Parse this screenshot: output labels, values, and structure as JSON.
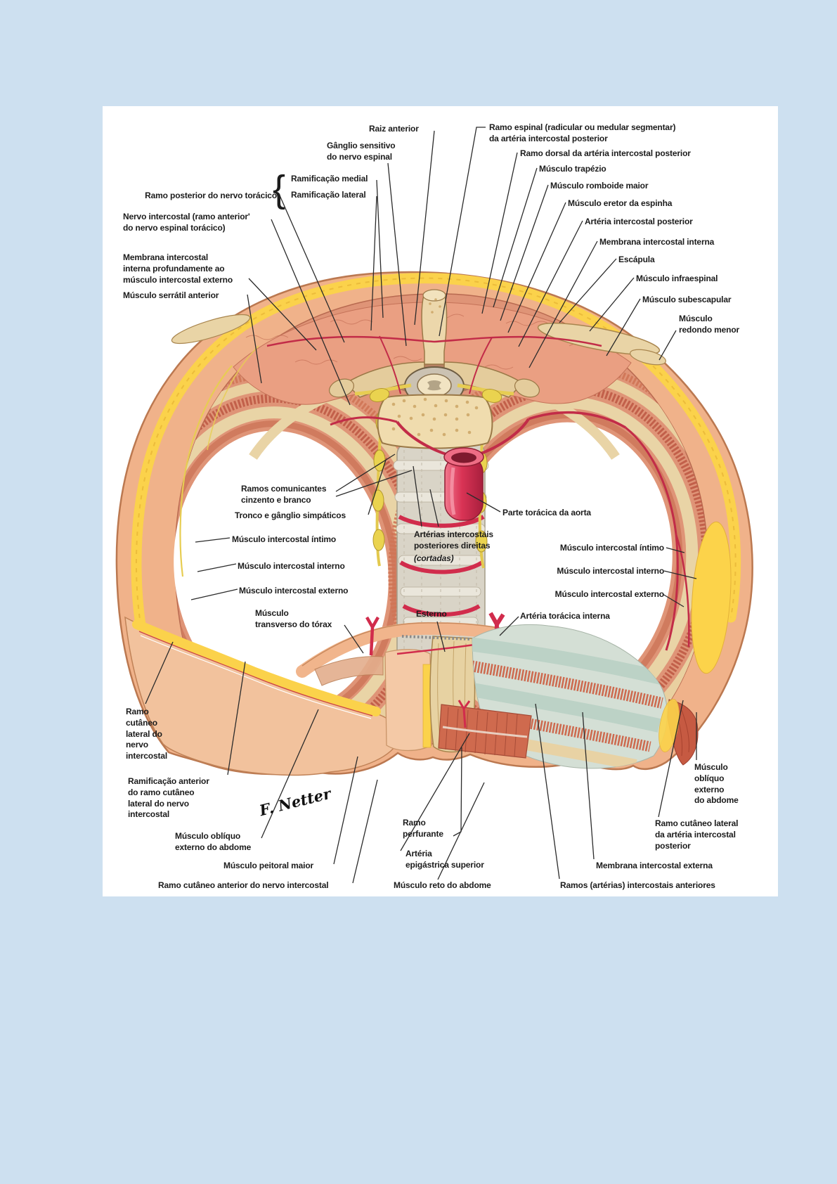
{
  "page": {
    "background": "#cde0f0",
    "canvas": "#ffffff"
  },
  "figure": {
    "signature": "F. Netter",
    "brace": "{",
    "colors": {
      "skin": "#f0b28a",
      "fat": "#fbd24b",
      "muscle": "#df9477",
      "muscle_deep": "#c2604a",
      "rib": "#e9d4a6",
      "cartilage": "#bcd2c6",
      "bone": "#f0dcae",
      "artery": "#d12c4c",
      "nerve": "#e7cd52",
      "disc": "#d9d4c7",
      "label_text": "#1c1c1c"
    }
  },
  "labels": [
    {
      "id": "raiz-anterior",
      "text": "Raiz anterior"
    },
    {
      "id": "ganglio-sensitivo",
      "text": "Gânglio sensitivo\ndo nervo espinal"
    },
    {
      "id": "ramificacao-medial",
      "text": "Ramificação medial"
    },
    {
      "id": "ramificacao-lateral",
      "text": "Ramificação lateral"
    },
    {
      "id": "ramo-posterior",
      "text": "Ramo posterior do nervo torácico"
    },
    {
      "id": "nervo-intercostal",
      "text": "Nervo intercostal (ramo anterior'\ndo nervo espinal torácico)"
    },
    {
      "id": "membrana-profunda",
      "text": "Membrana intercostal\ninterna profundamente ao\nmúsculo intercostal externo"
    },
    {
      "id": "serratil-anterior",
      "text": "Músculo serrátil anterior"
    },
    {
      "id": "ramo-espinal",
      "text": "Ramo espinal (radicular ou medular segmentar)\nda artéria intercostal posterior"
    },
    {
      "id": "ramo-dorsal",
      "text": "Ramo dorsal da artéria intercostal posterior"
    },
    {
      "id": "trapezio",
      "text": "Músculo trapézio"
    },
    {
      "id": "romboide-maior",
      "text": "Músculo romboide maior"
    },
    {
      "id": "eretor-espinha",
      "text": "Músculo eretor da espinha"
    },
    {
      "id": "arteria-intercostal-posterior",
      "text": "Artéria intercostal posterior"
    },
    {
      "id": "membrana-intercostal-interna",
      "text": "Membrana intercostal interna"
    },
    {
      "id": "escapula",
      "text": "Escápula"
    },
    {
      "id": "infraespinal",
      "text": "Músculo infraespinal"
    },
    {
      "id": "subescapular",
      "text": "Músculo subescapular"
    },
    {
      "id": "redondo-menor",
      "text": "Músculo\nredondo menor"
    },
    {
      "id": "ramos-comunicantes",
      "text": "Ramos comunicantes\ncinzento e branco"
    },
    {
      "id": "tronco-simpatico",
      "text": "Tronco e gânglio simpáticos"
    },
    {
      "id": "intimo-esq",
      "text": "Músculo intercostal íntimo"
    },
    {
      "id": "interno-esq",
      "text": "Músculo intercostal interno"
    },
    {
      "id": "externo-esq",
      "text": "Músculo intercostal externo"
    },
    {
      "id": "transverso-torax",
      "text": "Músculo\ntransverso do tórax"
    },
    {
      "id": "aorta-toracica",
      "text": "Parte torácica da aorta"
    },
    {
      "id": "arterias-posteriores",
      "text": "Artérias intercostais\nposteriores direitas"
    },
    {
      "id": "cortadas",
      "text": "(cortadas)"
    },
    {
      "id": "esterno",
      "text": "Esterno"
    },
    {
      "id": "intimo-dir",
      "text": "Músculo intercostal íntimo"
    },
    {
      "id": "interno-dir",
      "text": "Músculo intercostal interno"
    },
    {
      "id": "externo-dir",
      "text": "Músculo intercostal externo"
    },
    {
      "id": "toracica-interna",
      "text": "Artéria torácica interna"
    },
    {
      "id": "ramo-cutaneo-lateral",
      "text": "Ramo\ncutâneo\nlateral do\nnervo\nintercostal"
    },
    {
      "id": "ramificacao-anterior",
      "text": "Ramificação anterior\ndo ramo cutâneo\nlateral do nervo\nintercostal"
    },
    {
      "id": "obliquo-esq",
      "text": "Músculo oblíquo\nexterno do abdome"
    },
    {
      "id": "peitoral-maior",
      "text": "Músculo peitoral maior"
    },
    {
      "id": "ramo-cutaneo-anterior",
      "text": "Ramo cutâneo anterior do nervo intercostal"
    },
    {
      "id": "ramo-perfurante",
      "text": "Ramo\nperfurante"
    },
    {
      "id": "epigastrica-superior",
      "text": "Artéria\nepigástrica superior"
    },
    {
      "id": "reto-abdome",
      "text": "Músculo reto do abdome"
    },
    {
      "id": "obliquo-dir",
      "text": "Músculo\noblíquo\nexterno\ndo abdome"
    },
    {
      "id": "ramo-cutaneo-lateral-arteria",
      "text": "Ramo cutâneo lateral\nda artéria intercostal\nposterior"
    },
    {
      "id": "membrana-intercostal-externa",
      "text": "Membrana intercostal externa"
    },
    {
      "id": "ramos-intercostais-anteriores",
      "text": "Ramos (artérias) intercostais anteriores"
    }
  ]
}
